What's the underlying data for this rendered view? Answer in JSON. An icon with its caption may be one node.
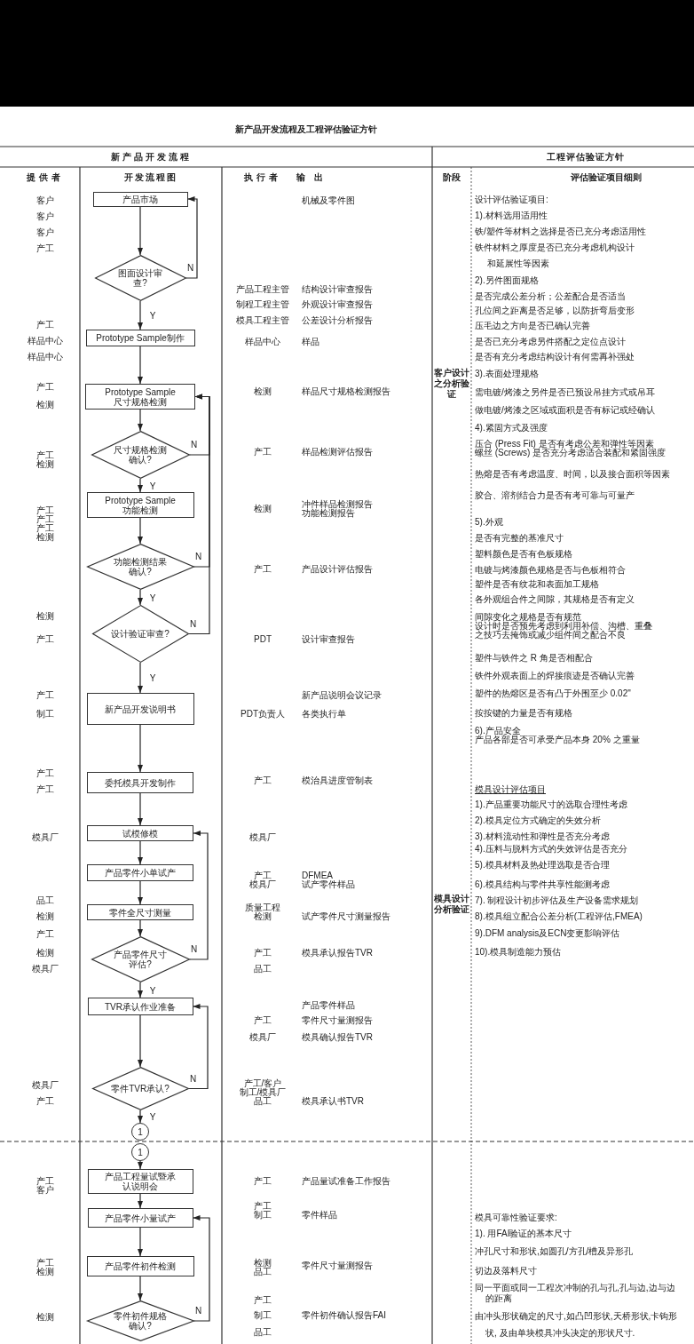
{
  "diagram": {
    "title": "新产品开发流程及工程评估验证方针",
    "nodes": [
      {
        "text": [
          "产品市场"
        ]
      },
      {
        "text": [
          "图面设计审查?"
        ]
      },
      {
        "text": [
          "Prototype Sample制作"
        ]
      },
      {
        "text": [
          "Prototype Sample 尺寸规格检测"
        ]
      },
      {
        "text": [
          "尺寸规格检测确认?"
        ]
      },
      {
        "text": [
          "Prototype Sample 功能检测"
        ]
      },
      {
        "text": [
          "功能检测结果确认?"
        ]
      },
      {
        "text": [
          "设计验证审查?"
        ]
      },
      {
        "text": [
          "新产品开发说明书"
        ]
      },
      {
        "text": [
          "委托模具开发制作"
        ]
      },
      {
        "text": [
          "试模修模"
        ]
      },
      {
        "text": [
          "产品零件小单试产"
        ]
      },
      {
        "text": [
          "零件全尺寸测量"
        ]
      },
      {
        "text": [
          "产品零件尺寸评估?"
        ]
      },
      {
        "text": [
          "TVR承认作业准备"
        ]
      },
      {
        "text": [
          "零件TVR承认?"
        ]
      },
      {
        "text": [
          "1"
        ]
      },
      {
        "text": [
          "1"
        ]
      },
      {
        "text": [
          "产品工程量试暨承认说明会"
        ]
      },
      {
        "text": [
          "产品零件小量试产"
        ]
      },
      {
        "text": [
          "产品零件初件检测"
        ]
      },
      {
        "text": [
          "零件初件规格确认?"
        ]
      }
    ],
    "edges": [
      {
        "from": 0,
        "to": 1,
        "arrow": "to"
      },
      {
        "from": 1,
        "to": 0,
        "arrow": "to",
        "label": "N"
      },
      {
        "from": 1,
        "to": 2,
        "arrow": "to",
        "label": "Y"
      },
      {
        "from": 2,
        "to": 3,
        "arrow": "to"
      },
      {
        "from": 3,
        "to": 4,
        "arrow": "to"
      },
      {
        "from": 4,
        "to": 3,
        "arrow": "to",
        "label": "N"
      },
      {
        "from": 4,
        "to": 5,
        "arrow": "to",
        "label": "Y"
      },
      {
        "from": 5,
        "to": 6,
        "arrow": "to"
      },
      {
        "from": 6,
        "to": 3,
        "arrow": "to",
        "label": "N"
      },
      {
        "from": 6,
        "to": 7,
        "arrow": "to",
        "label": "Y"
      },
      {
        "from": 7,
        "to": 3,
        "arrow": "to",
        "label": "N"
      },
      {
        "from": 7,
        "to": 8,
        "arrow": "to",
        "label": "Y"
      },
      {
        "from": 8,
        "to": 9,
        "arrow": "to"
      },
      {
        "from": 9,
        "to": 10,
        "arrow": "to"
      },
      {
        "from": 10,
        "to": 11,
        "arrow": "to"
      },
      {
        "from": 11,
        "to": 12,
        "arrow": "to"
      },
      {
        "from": 12,
        "to": 13,
        "arrow": "to"
      },
      {
        "from": 13,
        "to": 10,
        "arrow": "to",
        "label": "N"
      },
      {
        "from": 13,
        "to": 14,
        "arrow": "to",
        "label": "Y"
      },
      {
        "from": 14,
        "to": 15,
        "arrow": "to"
      },
      {
        "from": 15,
        "to": 14,
        "arrow": "to",
        "label": "N"
      },
      {
        "from": 15,
        "to": 16,
        "arrow": "to",
        "label": "Y"
      },
      {
        "from": 17,
        "to": 18,
        "arrow": "to"
      },
      {
        "from": 18,
        "to": 19,
        "arrow": "to"
      },
      {
        "from": 19,
        "to": 20,
        "arrow": "to"
      },
      {
        "from": 20,
        "to": 21,
        "arrow": "to"
      },
      {
        "from": 21,
        "to": 19,
        "arrow": "to",
        "label": "N"
      }
    ],
    "labels": [
      "新产品开发流程",
      "工程评估验证方针",
      "提供者",
      "开发流程图",
      "执行者",
      "输出",
      "阶段",
      "评估验证项目细则",
      "客户",
      "客户",
      "客户",
      "产工",
      "产工",
      "样品中心",
      "样品中心",
      "产工",
      "检测",
      "产工",
      "检测",
      "产工",
      "产工",
      "产工",
      "检测",
      "检测",
      "产工",
      "产工",
      "制工",
      "产工",
      "产工",
      "模具厂",
      "品工",
      "检测",
      "产工",
      "检测",
      "模具厂",
      "模具厂",
      "产工",
      "产工",
      "客户",
      "产工",
      "检测",
      "检测",
      "机械及零件图",
      "产品工程主管",
      "结构设计审查报告",
      "制程工程主管",
      "外观设计审查报告",
      "模具工程主管",
      "公差设计分析报告",
      "样品中心",
      "样品",
      "检测",
      "样品尺寸规格检测报告",
      "产工",
      "样品检测评估报告",
      "检测",
      "冲件样品检测报告",
      "功能检测报告",
      "产工",
      "产品设计评估报告",
      "PDT",
      "设计审查报告",
      "新产品说明会议记录",
      "PDT负责人",
      "各类执行单",
      "产工",
      "模治具进度管制表",
      "模具厂",
      "产工",
      "DFMEA",
      "模具厂",
      "试产零件样品",
      "质量工程",
      "检测",
      "试产零件尺寸测量报告",
      "产工",
      "模具承认报告TVR",
      "品工",
      "产品零件样品",
      "产工",
      "零件尺寸量测报告",
      "模具厂",
      "模具确认报告TVR",
      "产工/客户",
      "制工/模具厂",
      "品工",
      "模具承认书TVR",
      "产工",
      "产品量试准备工作报告",
      "产工",
      "制工",
      "零件样品",
      "检测",
      "品工",
      "零件尺寸量测报告",
      "产工",
      "制工",
      "零件初件确认报告FAI",
      "品工",
      "客户设计之分析验证",
      "模具设计分析验证",
      "设计评估验证项目:",
      "1).材料选用适用性",
      "铁/塑件等材料之选择是否已充分考虑适用性",
      "铁件材料之厚度是否已充分考虑机构设计和延展性等因素",
      "2).另件图面规格",
      "是否完成公差分析；公差配合是否适当",
      "孔位间之距离是否足够，以防折弯后变形",
      "压毛边之方向是否已确认完善",
      "是否已充分考虑另件搭配之定位点设计",
      "是否有充分考虑结构设计有何需再补强处",
      "3).表面处理规格",
      "需电镀/烤漆之另件是否已预设吊挂方式或吊耳",
      "做电镀/烤漆之区域或面积是否有标记或经确认",
      "4).紧固方式及强度",
      "压合 (Press Fit) 是否有考虑公差和弹性等因素",
      "螺丝 (Screws) 是否充分考虑适合装配和紧固强度",
      "热熔是否有考虑温度、时间，以及接合面积等因素",
      "胶合、溶剂结合力是否有考可靠与可量产",
      "5).外观",
      "是否有完整的基准尺寸",
      "塑料颜色是否有色板规格",
      "电镀与烤漆颜色规格是否与色板相符合",
      "塑件是否有纹花和表面加工规格",
      "各外观组合件之间隙，其规格是否有定义",
      "间隙变化之规格是否有规范",
      "设计时是否预先考虑到利用补偿、沟槽、重叠之技巧去掩饰或减少组件间之配合不良",
      "塑件与铁件之 R 角是否相配合",
      "铁件外观表面上的焊接痕迹是否确认完善",
      "塑件的热熔区是否有凸于外围至少 0.02\"",
      "按按键的力量是否有规格",
      "6).产品安全",
      "产品各部是否可承受产品本身 20% 之重量",
      "模具设计评估项目",
      "1).产品重要功能尺寸的选取合理性考虑",
      "2).模具定位方式确定的失效分析",
      "3).材料流动性和弹性是否充分考虑",
      "4).压料与脱料方式的失效评估是否充分",
      "5).模具材料及热处理选取是否合理",
      "6).模具结构与零件共享性能测考虑",
      "7). 制程设计初步评估及生产设备需求规划",
      "8).模具组立配合公差分析(工程评估,FMEA)",
      "9).DFM analysis及ECN变更影响评估",
      "10).模具制造能力预估",
      "模具可靠性验证要求:",
      "1). 用FAI验证的基本尺寸",
      "冲孔尺寸和形状,如圆孔/方孔/槽及异形孔",
      "切边及落料尺寸",
      "同一平面或同一工程次冲制的孔与孔,孔与边,边与边的距离",
      "由冲头形状确定的尺寸,如凸凹形状,天桥形状,卡钩形状, 及由单块模具冲头决定的形状尺寸."
    ]
  }
}
